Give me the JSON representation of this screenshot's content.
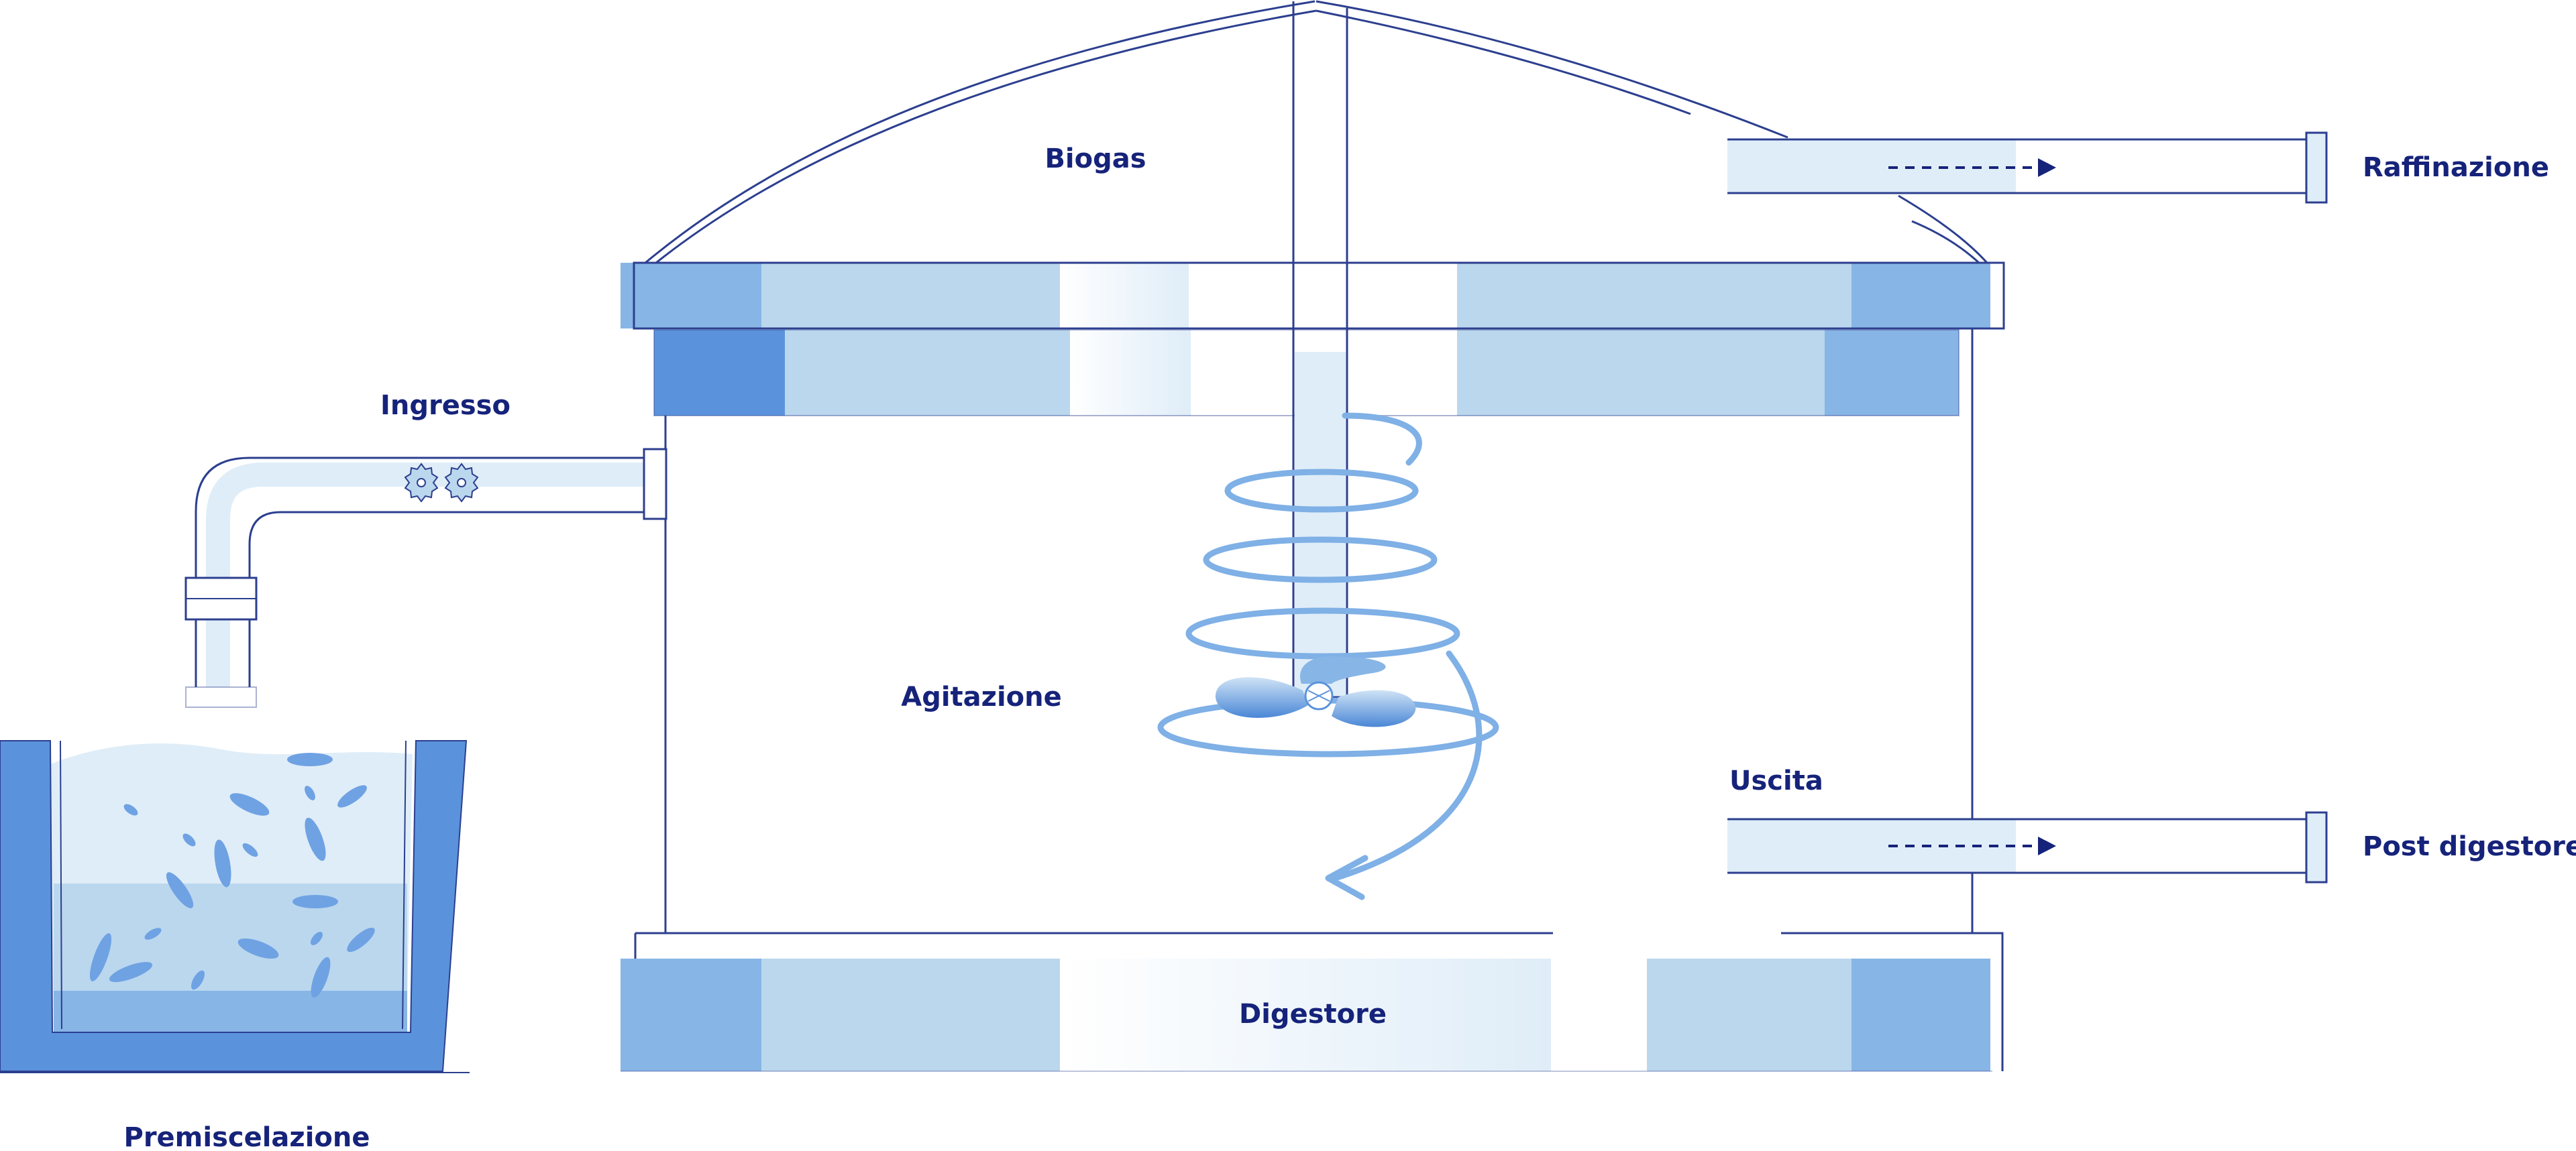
{
  "labels": {
    "biogas": "Biogas",
    "raffinazione": "Raffinazione",
    "ingresso": "Ingresso",
    "agitazione": "Agitazione",
    "uscita": "Uscita",
    "post_digestore": "Post digestore",
    "digestore": "Digestore",
    "premiscelazione": "Premiscelazione"
  },
  "colors": {
    "text": "#16237a",
    "outline": "#2c3f8f",
    "blue_dark": "#5a93dc",
    "blue_mid": "#87b5e6",
    "blue_light": "#bad7ee",
    "blue_pale": "#dfedf8",
    "swirl": "#7fb0e6"
  },
  "icons": [
    "gear-icon",
    "arrow-right-icon",
    "swirl-arrow-icon",
    "impeller-icon"
  ]
}
